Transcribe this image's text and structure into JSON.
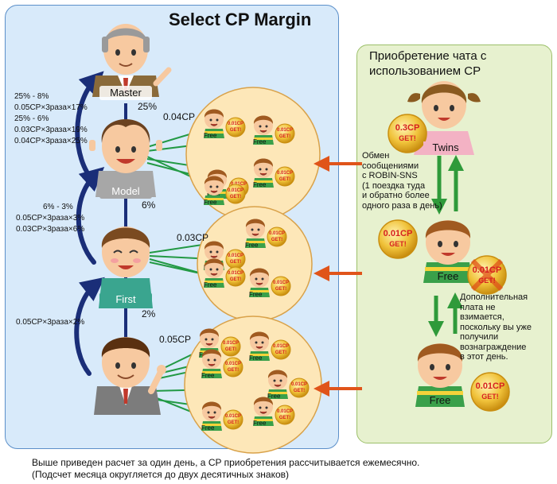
{
  "title": "Select CP Margin",
  "ranks": {
    "master": {
      "label": "Master",
      "pct": "25%"
    },
    "model": {
      "label": "Model",
      "pct": "6%"
    },
    "first": {
      "label": "First",
      "pct": "2%"
    }
  },
  "formulas": {
    "master_l1": "25% - 8%",
    "master_l2": "0.05CP×3раза×17%",
    "master_l3": "25% - 6%",
    "master_l4": "0.03CP×3раза×19%",
    "master_l5": "0.04CP×3раза×25%",
    "model_l1": "6% - 3%",
    "model_l2": "0.05CP×3раза×3%",
    "model_l3": "0.03CP×3раза×6%",
    "first_l1": "0.05CP×3раза×2%"
  },
  "circles": {
    "c1": "0.04CP",
    "c2": "0.03CP",
    "c3": "0.05CP"
  },
  "free_label": "Free",
  "coin_top": "0.01CP",
  "coin_bottom": "GET!",
  "right_panel": {
    "title_l1": "Приобретение чата с",
    "title_l2": "использованием CP",
    "twins_label": "Twins",
    "twins_coin_top": "0.3CP",
    "twins_coin_bottom": "GET!",
    "exchange_l1": "Обмен",
    "exchange_l2": "сообщениями",
    "exchange_l3": "с ROBIN-SNS",
    "exchange_l4": "(1 поездка туда",
    "exchange_l5": "и обратно более",
    "exchange_l6": "одного раза в день)",
    "free_label": "Free",
    "coin_top": "0.01CP",
    "coin_bottom": "GET!",
    "extra_l1": "Дополнительная",
    "extra_l2": "плата не",
    "extra_l3": "взимается,",
    "extra_l4": "поскольку вы уже",
    "extra_l5": "получили",
    "extra_l6": "вознаграждение",
    "extra_l7": "в этот день."
  },
  "footer": {
    "l1": "Выше приведен расчет за один день, а CP приобретения рассчитывается ежемесячно.",
    "l2": "(Подсчет месяца округляется до двух десятичных знаков)"
  },
  "colors": {
    "left_panel_bg": "#d8eafa",
    "left_panel_border": "#5b8fc9",
    "right_panel_bg": "#e7f1cf",
    "right_panel_border": "#9cc06a",
    "circle_fill": "#fde7b8",
    "circle_border": "#d9a24a",
    "link_line": "#229944",
    "curve_arrow": "#1a2e78",
    "orange_arrow": "#e0541a",
    "green_arrow": "#2f9a3a",
    "coin_gold": "#e8b424",
    "coin_text": "#d62020"
  }
}
